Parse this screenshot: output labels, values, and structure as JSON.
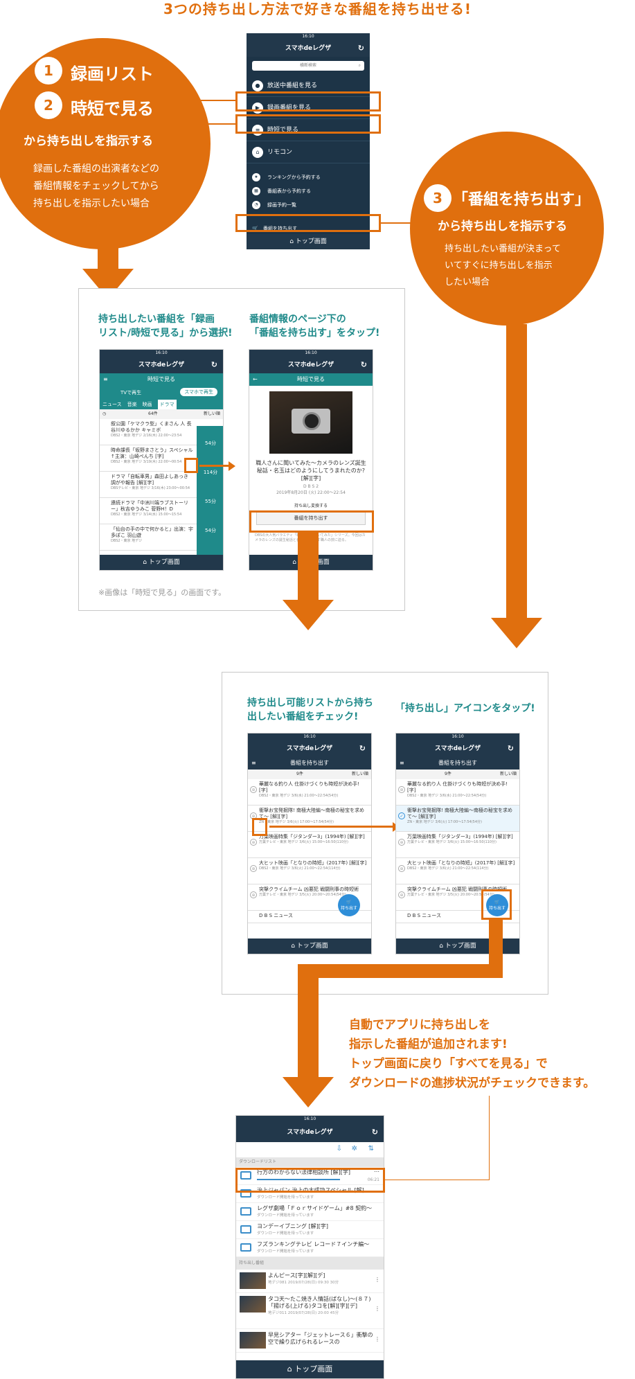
{
  "headline": "3つの持ち出し方法で好きな番組を持ち出せる!",
  "left_circle": {
    "num1": "1",
    "title1": "録画リスト",
    "num2": "2",
    "title2": "時短で見る",
    "subtitle": "から持ち出しを指示する",
    "desc": [
      "録画した番組の出演者などの",
      "番組情報をチェックしてから",
      "持ち出しを指示したい場合"
    ]
  },
  "right_circle": {
    "num": "3",
    "title": "「番組を持ち出す」",
    "subtitle": "から持ち出しを指示する",
    "desc": [
      "持ち出したい番組が決まって",
      "いてすぐに持ち出しを指示",
      "したい場合"
    ]
  },
  "top_phone": {
    "time": "16:10",
    "app_title": "スマホdeレグザ",
    "search_placeholder": "横断検索",
    "menu": [
      {
        "icon": "●",
        "label": "放送中番組を見る"
      },
      {
        "icon": "▶",
        "label": "録画番組を見る"
      },
      {
        "icon": "≡",
        "label": "時短で見る"
      },
      {
        "icon": "⌂",
        "label": "リモコン"
      }
    ],
    "sub_menu": [
      {
        "icon": "★",
        "label": "ランキングから予約する"
      },
      {
        "icon": "▦",
        "label": "番組表から予約する"
      },
      {
        "icon": "◔",
        "label": "録画予約一覧"
      }
    ],
    "takeout": "番組を持ち出す",
    "footer": "トップ画面"
  },
  "panel1": {
    "title_a": [
      "持ち出したい番組を「録画",
      "リスト/時短で見る」から選択!"
    ],
    "title_b": [
      "番組情報のページ下の",
      "「番組を持ち出す」をタップ!"
    ],
    "note": "※画像は「時短で見る」の画面です。",
    "phoneA": {
      "time": "16:10",
      "app_title": "スマホdeレグザ",
      "bar": "時短で見る",
      "toggle_tv": "TVで再生",
      "toggle_phone": "スマホで再生",
      "tabs": [
        "ニュース",
        "音楽",
        "映画",
        "ドラマ"
      ],
      "count": "64件",
      "sort": "新しい順",
      "items": [
        {
          "title": "叙公園「ケマクラ型」くまさん 人 長谷川ゆるかか キャミボ",
          "sub": "DBS2・東京 地デジ 2/16(木) 22:00〜23:54",
          "time": "54分"
        },
        {
          "title": "時命課長「坂野まさとう」スペシャル↑主演：山崎ぺんち [字]",
          "sub": "DBS2・東京 地デジ 3/19(木) 22:00〜00:54",
          "time": "114分"
        },
        {
          "title": "ドラマ「自転車男」森田よしあっき 調がや報告 [解][字]",
          "sub": "DBSテレビ・東京 地デジ 3/16(木) 23:00〜00:54",
          "time": "55分"
        },
        {
          "title": "連続ドラマ「中洲川端ラブストーリー」秋吉ゆうみこ 菅野H！D",
          "sub": "DBS2・東京 地デジ 3/14(水) 15:00〜15:54",
          "time": "54分"
        },
        {
          "title": "「仙台の手の中で何かると」出演：宇多ぽこ 羽山遊",
          "sub": "DBS2・東京 地デジ",
          "time": ""
        }
      ],
      "footer": "トップ画面"
    },
    "phoneB": {
      "time": "16:10",
      "app_title": "スマホdeレグザ",
      "bar": "時短で見る",
      "program_title": "職人さんに聞いてみた〜カメラのレンズ誕生秘話・名玉はどのようにしてうまれたのか? [解][字]",
      "channel": "D B S 2",
      "datetime": "2019年8月20日 (火) 22:00〜22:54",
      "takeout_label": "持ち出し変換する",
      "takeout_button": "番組を持ち出す",
      "desc": "DBSの大人気バラエティ「職人さんに聞いてみた」シリーズ。今回はカメラのレンズの誕生秘話と名玉を生み出す職人の技に迫る。",
      "footer": "トップ画面"
    }
  },
  "panel2": {
    "title_a": [
      "持ち出し可能リストから持ち",
      "出したい番組をチェック!"
    ],
    "title_b": "「持ち出し」アイコンをタップ!",
    "phone": {
      "time": "16:10",
      "app_title": "スマホdeレグザ",
      "bar": "番組を持ち出す",
      "count": "9件",
      "sort": "新しい順",
      "items": [
        {
          "title": "華麗なる釣り人 仕掛けづくりも時短が決め手! [字]",
          "sub": "DBS2・東京 地デジ 3/6(水) 21:00〜22:54(54分)"
        },
        {
          "title": "衝撃お宝発掘隊! 南極大陸編〜南極の秘宝を求めて〜 [解][字]",
          "sub": "ZN・東京 地デジ 3/6(火) 17:00〜17:54(54分)"
        },
        {
          "title": "万葉映画特集「ジタンダー3」(1994年) [解][字]",
          "sub": "万葉テレビ・東京 地デジ 3/6(火) 15:00〜16:50(110分)"
        },
        {
          "title": "大ヒット映画「となりの時短」(2017年) [解][字]",
          "sub": "DBS2・東京 地デジ 3/6(火) 21:00〜22:54(114分)"
        },
        {
          "title": "突撃クライムチーム 凶悪犯 戦闘刑事の時短術",
          "sub": "万葉テレビ・東京 地デジ 3/5(火) 20:00〜20:54(54分)"
        },
        {
          "title": "D B S ニュース",
          "sub": ""
        }
      ],
      "fab": "持ち出す",
      "footer": "トップ画面"
    }
  },
  "final_text": [
    "自動でアプリに持ち出しを",
    "指示した番組が追加されます!",
    "トップ画面に戻り「すべてを見る」で",
    "ダウンロードの進捗状況がチェックできます。"
  ],
  "bottom_phone": {
    "time": "16:10",
    "app_title": "スマホdeレグザ",
    "section_dl": "ダウンロードリスト",
    "downloads": [
      {
        "title": "行方のわからない法律相談所 [解][字]",
        "sub": "",
        "time": "06:21"
      },
      {
        "title": "治上ジャパン 治上の大成功スペシャル [解]",
        "sub": "ダウンロード開始を待っています",
        "time": ""
      },
      {
        "title": "レグザ劇場「Ｆｏｒサイドゲーム」#8 契約〜",
        "sub": "ダウンロード開始を待っています",
        "time": ""
      },
      {
        "title": "ヨンデーイブニング [解][字]",
        "sub": "ダウンロード開始を待っています",
        "time": ""
      },
      {
        "title": "フズランキングテレビ レコード７インチ編〜",
        "sub": "ダウンロード開始を待っています",
        "time": ""
      }
    ],
    "section_takeout": "持ち出し番組",
    "takeouts": [
      {
        "title": "よんピース[字][解][デ]",
        "sub": "地デジ081 2019/07/28(日) 09:30 30分"
      },
      {
        "title": "タコ天〜たこ焼き人情話(ばなし)〜(８７)「揚げる(上げる)タコを[解][字][デ]",
        "sub": "地デジ011 2019/07/28(日) 20:00 45分"
      },
      {
        "title": "早見シアター「ジェットレース６」衝撃の空で繰り広げられるレースの",
        "sub": ""
      }
    ],
    "footer": "トップ画面"
  }
}
